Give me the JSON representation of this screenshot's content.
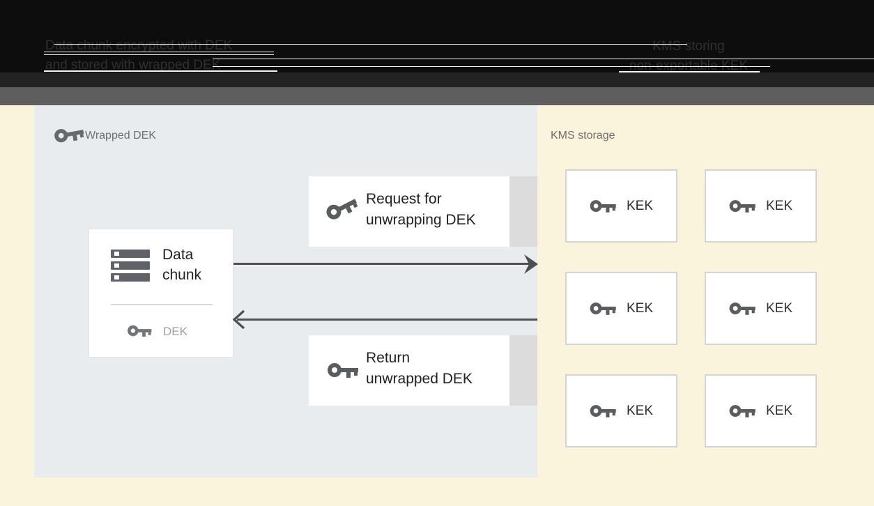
{
  "header": {
    "left_caption_line1": "Data chunk encrypted with DEK",
    "left_caption_line2": "and stored with wrapped DEK",
    "right_caption_line1": "KMS storing",
    "right_caption_line2": "non-exportable KEK"
  },
  "wrapped_dek_panel": {
    "label": "Wrapped DEK",
    "data_chunk_card": {
      "title_line1": "Data",
      "title_line2": "chunk",
      "key_label": "DEK"
    },
    "request_card": {
      "line1": "Request for",
      "line2": "unwrapping DEK"
    },
    "return_card": {
      "line1": "Return",
      "line2": "unwrapped DEK"
    }
  },
  "kms_panel": {
    "label": "KMS storage",
    "kek_cards": [
      "KEK",
      "KEK",
      "KEK",
      "KEK",
      "KEK",
      "KEK"
    ]
  },
  "icons": {
    "key": "key-icon",
    "storage": "storage-stack-icon",
    "arrow_right": "arrow-right-icon",
    "arrow_left": "arrow-left-icon"
  },
  "colors": {
    "background": "#FBF4DC",
    "panel_gray_blue": "#E9ECEF",
    "header_band": "#0D0D0D",
    "header_strip": "#5E5E5E",
    "card_white": "#FFFFFF",
    "card_tail_gray": "#DCDCDC",
    "icon_gray": "#5A5D60",
    "text_dark": "#212121",
    "label_gray": "#6E6E6E",
    "dek_text_gray": "#9AA0A6",
    "arrow": "#515155"
  }
}
